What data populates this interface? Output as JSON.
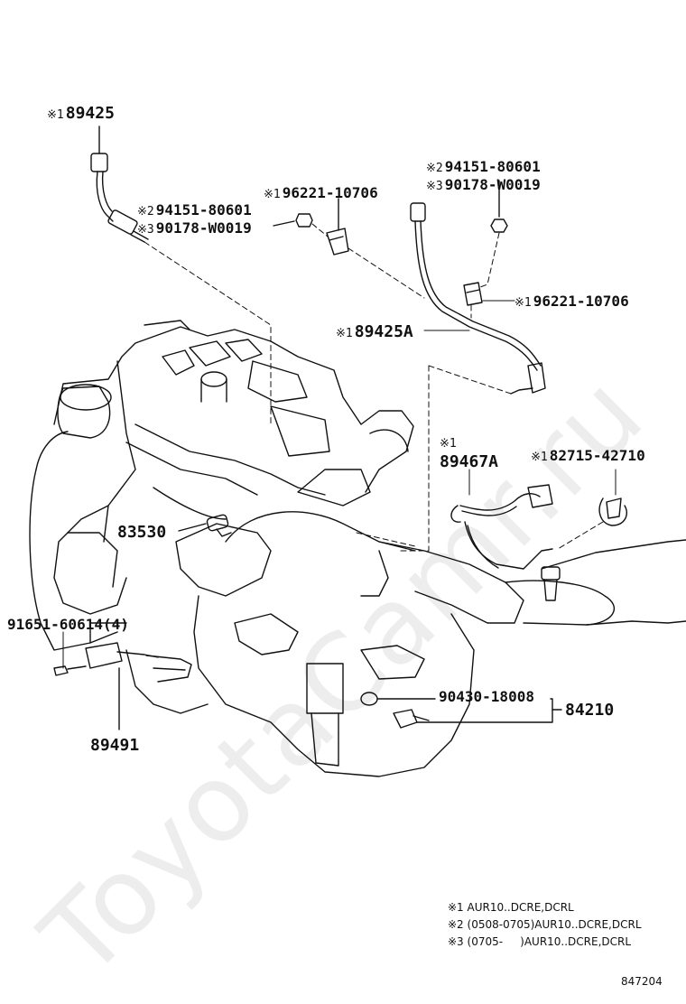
{
  "watermark": "ToyotaCamr.ru",
  "labels": {
    "p89425": {
      "mark": "※1",
      "num": "89425"
    },
    "p94151_left": {
      "mark": "※2",
      "num": "94151-80601"
    },
    "p90178_left": {
      "mark": "※3",
      "num": "90178-W0019"
    },
    "p96221_left": {
      "mark": "※1",
      "num": "96221-10706"
    },
    "p94151_right": {
      "mark": "※2",
      "num": "94151-80601"
    },
    "p90178_right": {
      "mark": "※3",
      "num": "90178-W0019"
    },
    "p96221_right": {
      "mark": "※1",
      "num": "96221-10706"
    },
    "p89425A": {
      "mark": "※1",
      "num": "89425A"
    },
    "p89467A": {
      "mark": "※1",
      "num": "89467A"
    },
    "p82715": {
      "mark": "※1",
      "num": "82715-42710"
    },
    "p83530": {
      "num": "83530"
    },
    "p91651": {
      "num": "91651-60614(4)"
    },
    "p89491": {
      "num": "89491"
    },
    "p90430": {
      "num": "90430-18008"
    },
    "p84210": {
      "num": "84210"
    }
  },
  "legend": [
    {
      "mark": "※1",
      "text": " AUR10..DCRE,DCRL"
    },
    {
      "mark": "※2",
      "text": " (0508-0705)AUR10..DCRE,DCRL"
    },
    {
      "mark": "※3",
      "text": " (0705-     )AUR10..DCRE,DCRL"
    }
  ],
  "diagram_ref": "847204"
}
